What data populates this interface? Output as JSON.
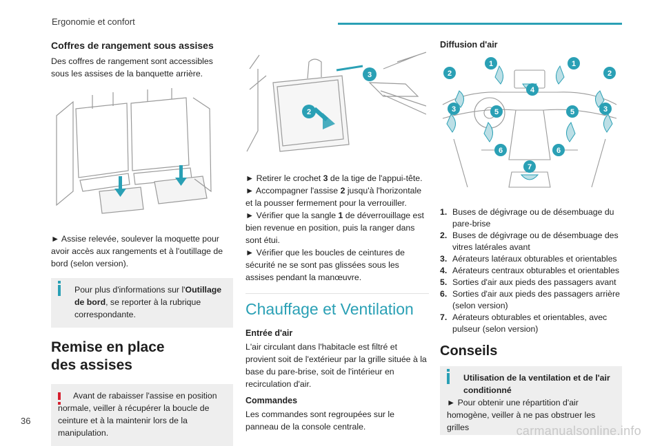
{
  "header": {
    "section": "Ergonomie et confort",
    "accent_color": "#2aa0b5"
  },
  "page_number": "36",
  "watermark": "carmanualsonline.info",
  "col1": {
    "title": "Coffres de rangement sous assises",
    "intro": "Des coffres de rangement sont accessibles sous les assises de la banquette arrière.",
    "step": "► Assise relevée, soulever la moquette pour avoir accès aux rangements et à l'outillage de bord (selon version).",
    "info_before": "Pour plus d'informations sur l'",
    "info_bold": "Outillage de bord",
    "info_after": ", se reporter à la rubrique correspondante.",
    "section2_title": "Remise en place des assises",
    "warning": "Avant de rabaisser l'assise en position normale, veiller à récupérer la boucle de ceinture et à la maintenir lors de la manipulation."
  },
  "col2": {
    "callouts": [
      "3",
      "2"
    ],
    "steps": [
      {
        "a": "► Retirer le crochet ",
        "b": "3",
        "c": " de la tige de l'appui-tête."
      },
      {
        "a": "► Accompagner l'assise ",
        "b": "2",
        "c": " jusqu'à l'horizontale et la pousser fermement pour la verrouiller."
      },
      {
        "a": "► Vérifier que la sangle ",
        "b": "1",
        "c": " de déverrouillage est bien revenue en position, puis la ranger dans sont étui."
      },
      {
        "a": "► Vérifier que les boucles de ceintures de sécurité ne se sont pas glissées sous les assises pendant la manœuvre.",
        "b": "",
        "c": ""
      }
    ],
    "chapter_title": "Chauffage et Ventilation",
    "entree_title": "Entrée d'air",
    "entree_text": "L'air circulant dans l'habitacle est filtré et provient soit de l'extérieur par la grille située à la base du pare-brise, soit de l'intérieur en recirculation d'air.",
    "commandes_title": "Commandes",
    "commandes_text": "Les commandes sont regroupées sur le panneau de la console centrale."
  },
  "col3": {
    "diffusion_title": "Diffusion d'air",
    "callouts": [
      "1",
      "1",
      "2",
      "2",
      "3",
      "3",
      "4",
      "5",
      "5",
      "6",
      "6",
      "7"
    ],
    "legend": [
      {
        "num": "1.",
        "text": "Buses de dégivrage ou de désembuage du pare-brise"
      },
      {
        "num": "2.",
        "text": "Buses de dégivrage ou de désembuage des vitres latérales avant"
      },
      {
        "num": "3.",
        "text": "Aérateurs latéraux obturables et orientables"
      },
      {
        "num": "4.",
        "text": "Aérateurs centraux obturables et orientables"
      },
      {
        "num": "5.",
        "text": "Sorties d'air aux pieds des passagers avant"
      },
      {
        "num": "6.",
        "text": "Sorties d'air aux pieds des passagers arrière (selon version)"
      },
      {
        "num": "7.",
        "text": "Aérateurs obturables et orientables, avec pulseur (selon version)"
      }
    ],
    "conseils_title": "Conseils",
    "tip_title": "Utilisation de la ventilation et de l'air conditionné",
    "tip_text": "► Pour obtenir une répartition d'air homogène, veiller à ne pas obstruer les grilles"
  }
}
